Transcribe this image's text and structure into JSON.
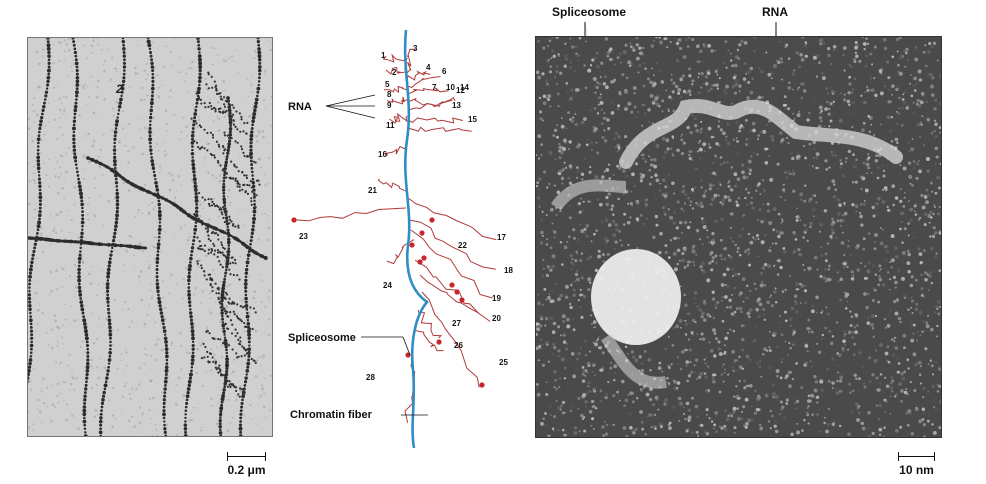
{
  "left_panel": {
    "inset_mark": "2",
    "scale_bar": "0.2 μm"
  },
  "diagram": {
    "rna_label": "RNA",
    "spliceosome_label": "Spliceosome",
    "chromatin_label": "Chromatin fiber",
    "numbers": [
      "1",
      "2",
      "3",
      "4",
      "5",
      "6",
      "7",
      "8",
      "9",
      "10",
      "11",
      "12",
      "13",
      "14",
      "15",
      "16",
      "17",
      "18",
      "19",
      "20",
      "21",
      "22",
      "23",
      "24",
      "25",
      "26",
      "27",
      "28"
    ],
    "colors": {
      "rna": "#b03a3a",
      "chromatin": "#2f8ec5",
      "spliceosome_dot": "#c8262b"
    }
  },
  "right_panel": {
    "spliceosome_label": "Spliceosome",
    "rna_label": "RNA",
    "scale_bar": "10 nm"
  }
}
